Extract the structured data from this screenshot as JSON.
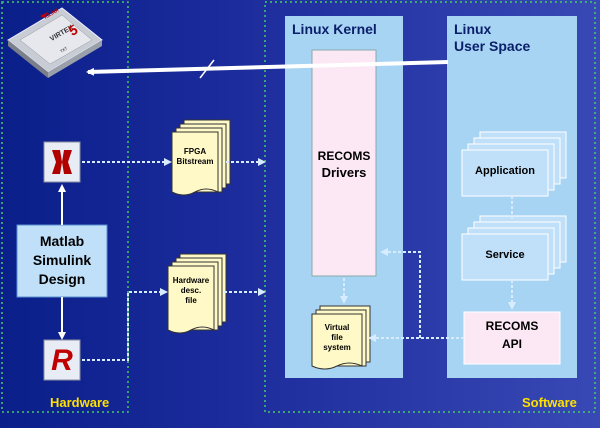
{
  "regions": {
    "hardware": "Hardware",
    "software": "Software"
  },
  "columns": {
    "kernel": "Linux Kernel",
    "user_line1": "Linux",
    "user_line2": "User Space"
  },
  "chip": {
    "brand": "XILINX",
    "model": "VIRTEX",
    "generation": "5",
    "suffix": "TXT"
  },
  "boxes": {
    "simulink_line1": "Matlab",
    "simulink_line2": "Simulink",
    "simulink_line3": "Design",
    "bitstream_line1": "FPGA",
    "bitstream_line2": "Bitstream",
    "hwdesc_line1": "Hardware",
    "hwdesc_line2": "desc.",
    "hwdesc_line3": "file",
    "drivers_line1": "RECOMS",
    "drivers_line2": "Drivers",
    "vfs_line1": "Virtual",
    "vfs_line2": "file",
    "vfs_line3": "system",
    "application": "Application",
    "service": "Service",
    "api_line1": "RECOMS",
    "api_line2": "API"
  },
  "icons": {
    "xilinx": "xilinx-logo-icon",
    "recoms": "recoms-logo-icon"
  },
  "colors": {
    "region_label": "#ffe000",
    "column_fill": "#a8d4f4",
    "box_fill": "#bfe0f8",
    "drivers_fill": "#fbe8f4",
    "doc_fill": "#fff9c8",
    "dotted": "#44cc66"
  }
}
